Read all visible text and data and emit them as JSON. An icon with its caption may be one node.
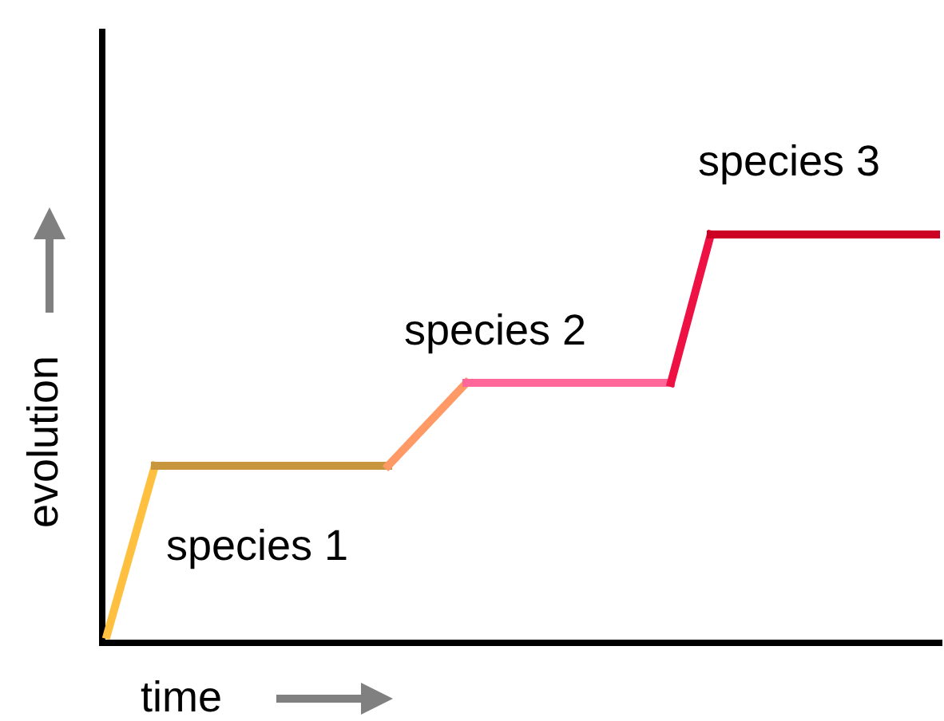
{
  "diagram": {
    "labels": [
      "species 3",
      "species 2",
      "species 1",
      "evolution",
      "time"
    ]
  }
}
